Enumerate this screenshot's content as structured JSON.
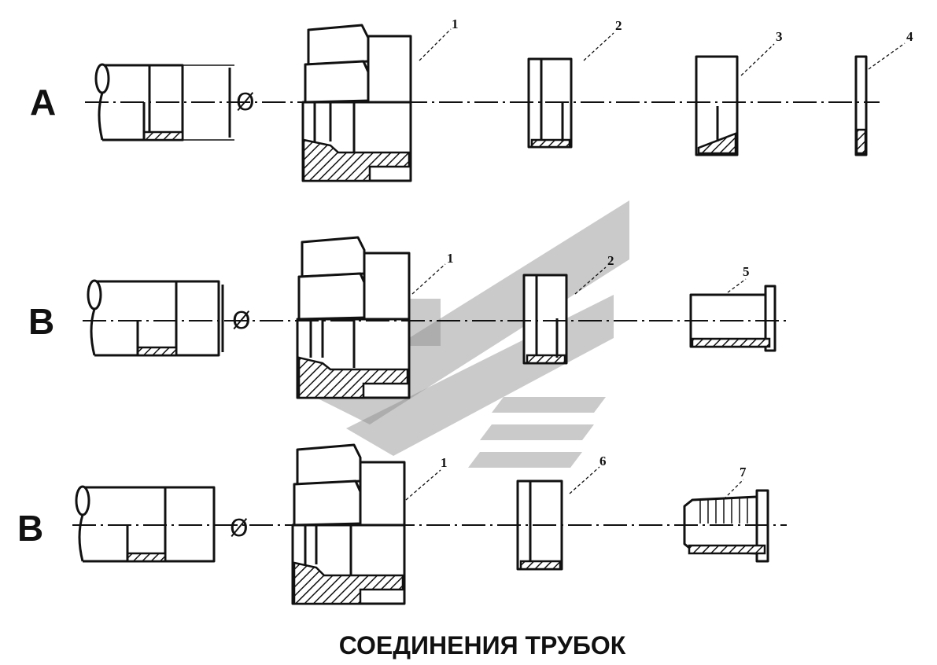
{
  "title": "СОЕДИНЕНИЯ ТРУБОК",
  "rows": [
    {
      "letter": "A",
      "diameter_symbol": "Ø"
    },
    {
      "letter": "B",
      "diameter_symbol": "Ø"
    },
    {
      "letter": "B",
      "diameter_symbol": "Ø"
    }
  ],
  "callouts": {
    "a1": "1",
    "a2": "2",
    "a3": "3",
    "a4": "4",
    "b1": "1",
    "b2": "2",
    "b5": "5",
    "c1": "1",
    "c6": "6",
    "c7": "7"
  }
}
